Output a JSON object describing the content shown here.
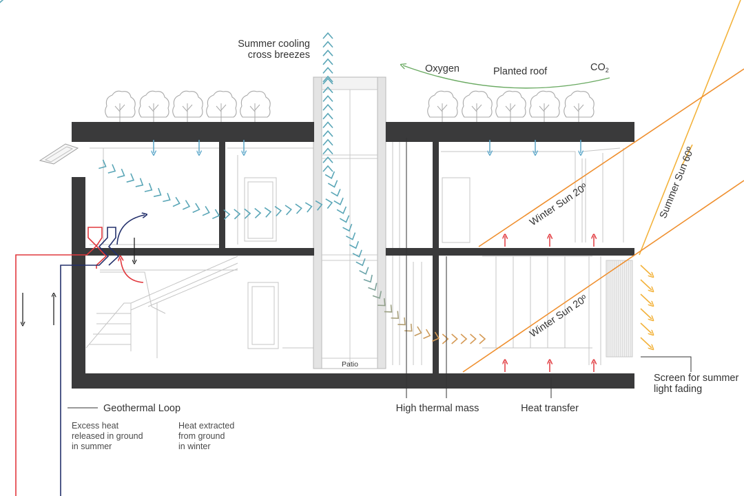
{
  "labels": {
    "summer_cooling_1": "Summer cooling",
    "summer_cooling_2": "cross breezes",
    "oxygen": "Oxygen",
    "planted_roof": "Planted roof",
    "co2_base": "CO",
    "co2_sub": "2",
    "summer_sun": "Summer Sun 60º",
    "winter_sun_upper": "Winter Sun 20º",
    "winter_sun_lower": "Winter Sun 20º",
    "patio": "Patio",
    "geothermal_loop": "Geothermal Loop",
    "excess_heat_1": "Excess heat",
    "excess_heat_2": "released in ground",
    "excess_heat_3": "in summer",
    "heat_extracted_1": "Heat extracted",
    "heat_extracted_2": "from ground",
    "heat_extracted_3": "in winter",
    "high_thermal_mass": "High thermal mass",
    "heat_transfer": "Heat transfer",
    "screen_1": "Screen for summer",
    "screen_2": "light fading"
  },
  "colors": {
    "slab": "#3a3a3b",
    "breeze": "#5aa6b7",
    "warm_breeze": "#d59a55",
    "sun_orange": "#ef8f2e",
    "sun_yellow": "#f3b23a",
    "red": "#e1383d",
    "blue": "#23306b",
    "green": "#6aaa62",
    "down_arrow": "#5aa6c9",
    "outline": "#b9b9b9"
  }
}
